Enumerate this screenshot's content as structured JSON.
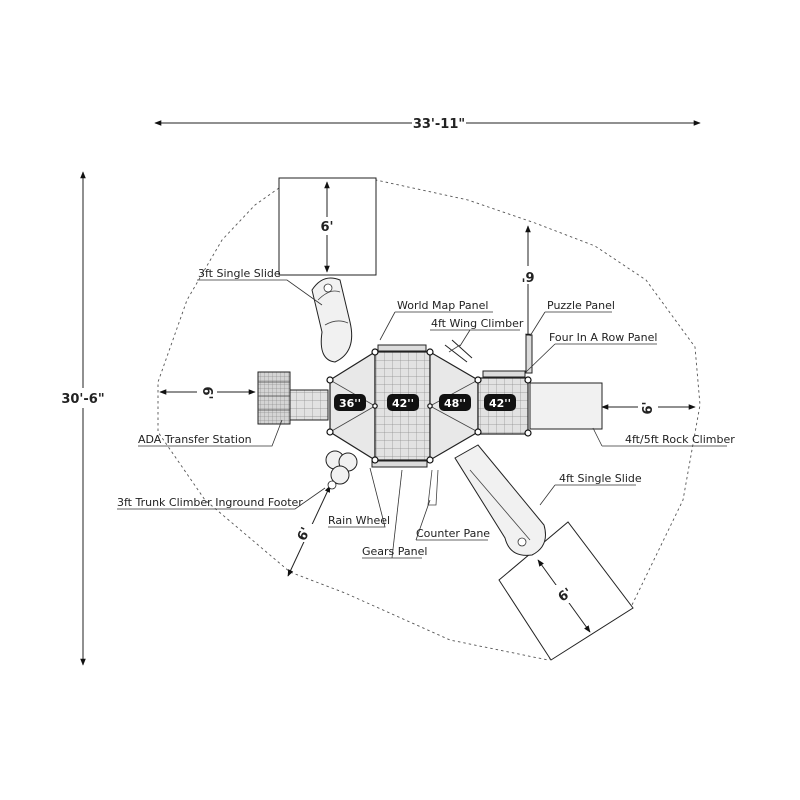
{
  "dimensions": {
    "overall_width": "33'-11\"",
    "overall_depth": "30'-6\"",
    "clearance_top": "6'",
    "clearance_right_top": "6'",
    "clearance_left": "6'",
    "clearance_right": "6'",
    "clearance_bottom_left": "6'",
    "clearance_bottom_right": "6'"
  },
  "decks": {
    "d1": "36''",
    "d2": "42''",
    "d3": "48''",
    "d4": "42''"
  },
  "components": {
    "single_slide_3ft": "3ft Single Slide",
    "world_map_panel": "World Map Panel",
    "wing_climber_4ft": "4ft Wing Climber",
    "puzzle_panel": "Puzzle Panel",
    "four_in_a_row_panel": "Four In A Row Panel",
    "ada_transfer_station": "ADA Transfer Station",
    "rock_climber": "4ft/5ft Rock Climber",
    "single_slide_4ft": "4ft Single Slide",
    "trunk_climber": "3ft Trunk Climber Inground Footer",
    "rain_wheel": "Rain Wheel",
    "counter_pane": "Counter Pane",
    "gears_panel": "Gears Panel"
  }
}
